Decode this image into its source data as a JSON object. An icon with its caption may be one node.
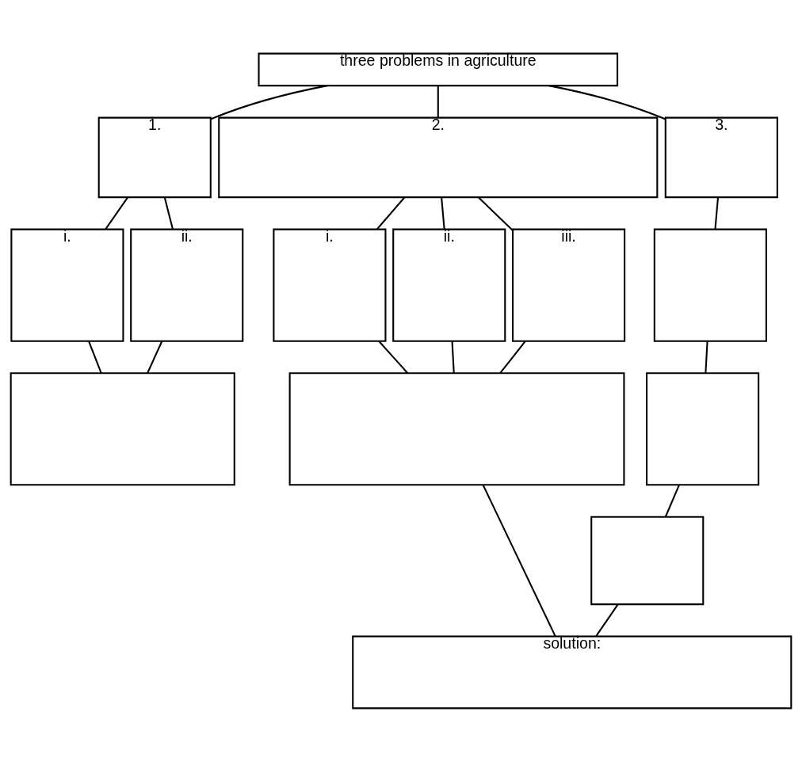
{
  "diagram": {
    "nodes": [
      {
        "text": [
          "three problems in agriculture"
        ]
      },
      {
        "text": [
          "1."
        ]
      },
      {
        "text": [
          "2."
        ]
      },
      {
        "text": [
          "3."
        ]
      },
      {
        "text": [
          "i."
        ]
      },
      {
        "text": [
          "ii."
        ]
      },
      {
        "text": [
          "i."
        ]
      },
      {
        "text": [
          "ii."
        ]
      },
      {
        "text": [
          "iii."
        ]
      },
      {
        "text": [],
        "shape": "box"
      },
      {
        "text": [],
        "shape": "box"
      },
      {
        "text": [],
        "shape": "box"
      },
      {
        "text": [],
        "shape": "box"
      },
      {
        "text": [],
        "shape": "box"
      },
      {
        "text": [
          "solution:"
        ]
      }
    ],
    "edges": [
      {
        "from": 0,
        "to": 1,
        "arrow": "none"
      },
      {
        "from": 0,
        "to": 2,
        "arrow": "none"
      },
      {
        "from": 0,
        "to": 3,
        "arrow": "none"
      },
      {
        "from": 1,
        "to": 4,
        "arrow": "none"
      },
      {
        "from": 1,
        "to": 5,
        "arrow": "none"
      },
      {
        "from": 2,
        "to": 6,
        "arrow": "none"
      },
      {
        "from": 2,
        "to": 7,
        "arrow": "none"
      },
      {
        "from": 2,
        "to": 8,
        "arrow": "none"
      },
      {
        "from": 3,
        "to": 9,
        "arrow": "none"
      },
      {
        "from": 4,
        "to": 10,
        "arrow": "none"
      },
      {
        "from": 5,
        "to": 10,
        "arrow": "none"
      },
      {
        "from": 6,
        "to": 11,
        "arrow": "none"
      },
      {
        "from": 7,
        "to": 11,
        "arrow": "none"
      },
      {
        "from": 8,
        "to": 11,
        "arrow": "none"
      },
      {
        "from": 9,
        "to": 12,
        "arrow": "none"
      },
      {
        "from": 11,
        "to": 14,
        "arrow": "none"
      },
      {
        "from": 12,
        "to": 13,
        "arrow": "none"
      },
      {
        "from": 13,
        "to": 14,
        "arrow": "none"
      }
    ]
  }
}
